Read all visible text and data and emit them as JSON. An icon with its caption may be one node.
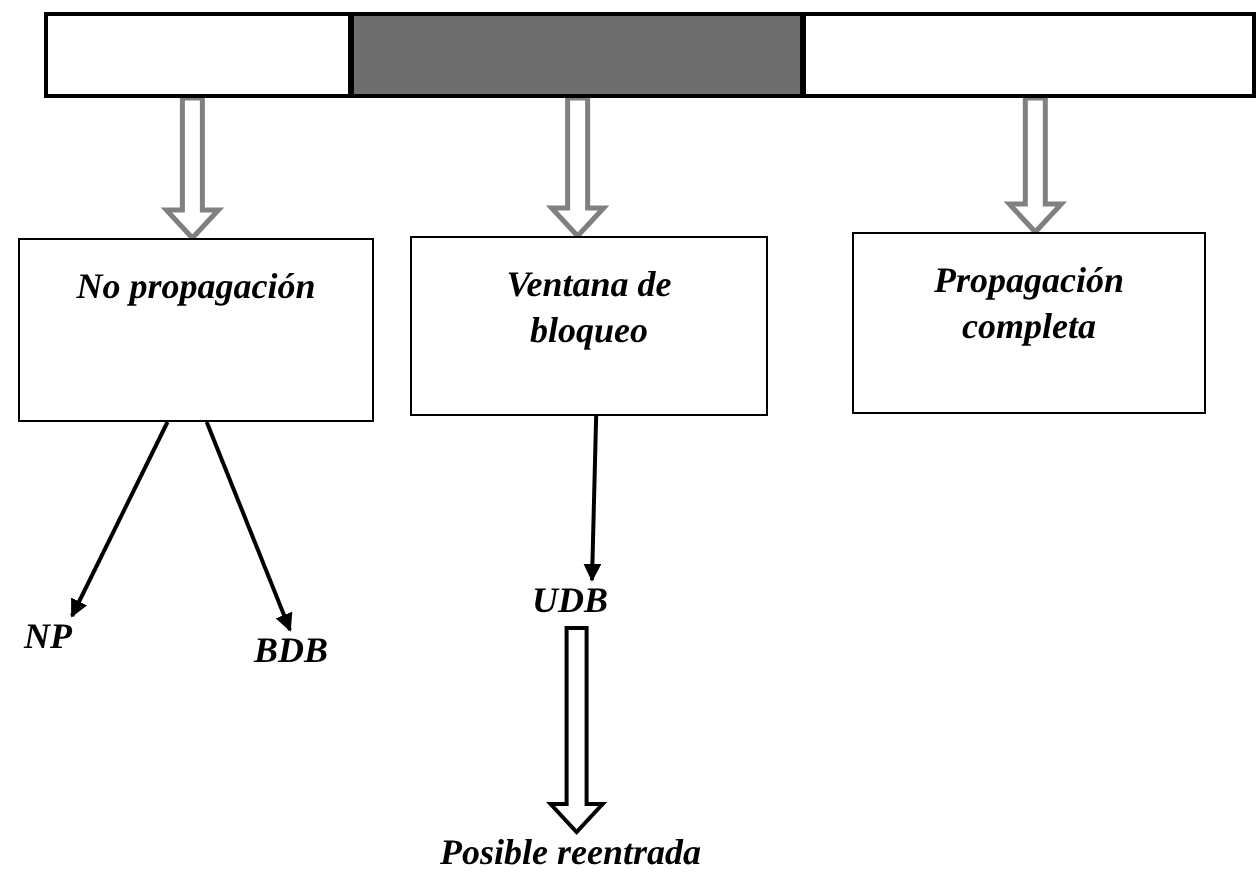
{
  "diagram": {
    "nodes": [
      {
        "text": [],
        "shape": "bar"
      },
      {
        "text": [],
        "shape": "bar"
      },
      {
        "text": [],
        "shape": "bar"
      },
      {
        "text": [
          "No propagación"
        ]
      },
      {
        "text": [
          "Ventana de bloqueo"
        ]
      },
      {
        "text": [
          "Propagación completa"
        ]
      },
      {
        "text": [
          "NP"
        ]
      },
      {
        "text": [
          "BDB"
        ]
      },
      {
        "text": [
          "UDB"
        ]
      },
      {
        "text": [
          "Posible reentrada"
        ]
      }
    ],
    "edges": [
      {
        "from": 0,
        "to": 3,
        "arrow": "to",
        "style": "thick",
        "color": "#808080"
      },
      {
        "from": 1,
        "to": 4,
        "arrow": "to",
        "style": "thick",
        "color": "#808080"
      },
      {
        "from": 2,
        "to": 5,
        "arrow": "to",
        "style": "thick",
        "color": "#808080"
      },
      {
        "from": 3,
        "to": 6,
        "arrow": "to"
      },
      {
        "from": 3,
        "to": 7,
        "arrow": "to"
      },
      {
        "from": 4,
        "to": 8,
        "arrow": "to"
      },
      {
        "from": 8,
        "to": 9,
        "arrow": "to",
        "style": "thick"
      }
    ]
  }
}
